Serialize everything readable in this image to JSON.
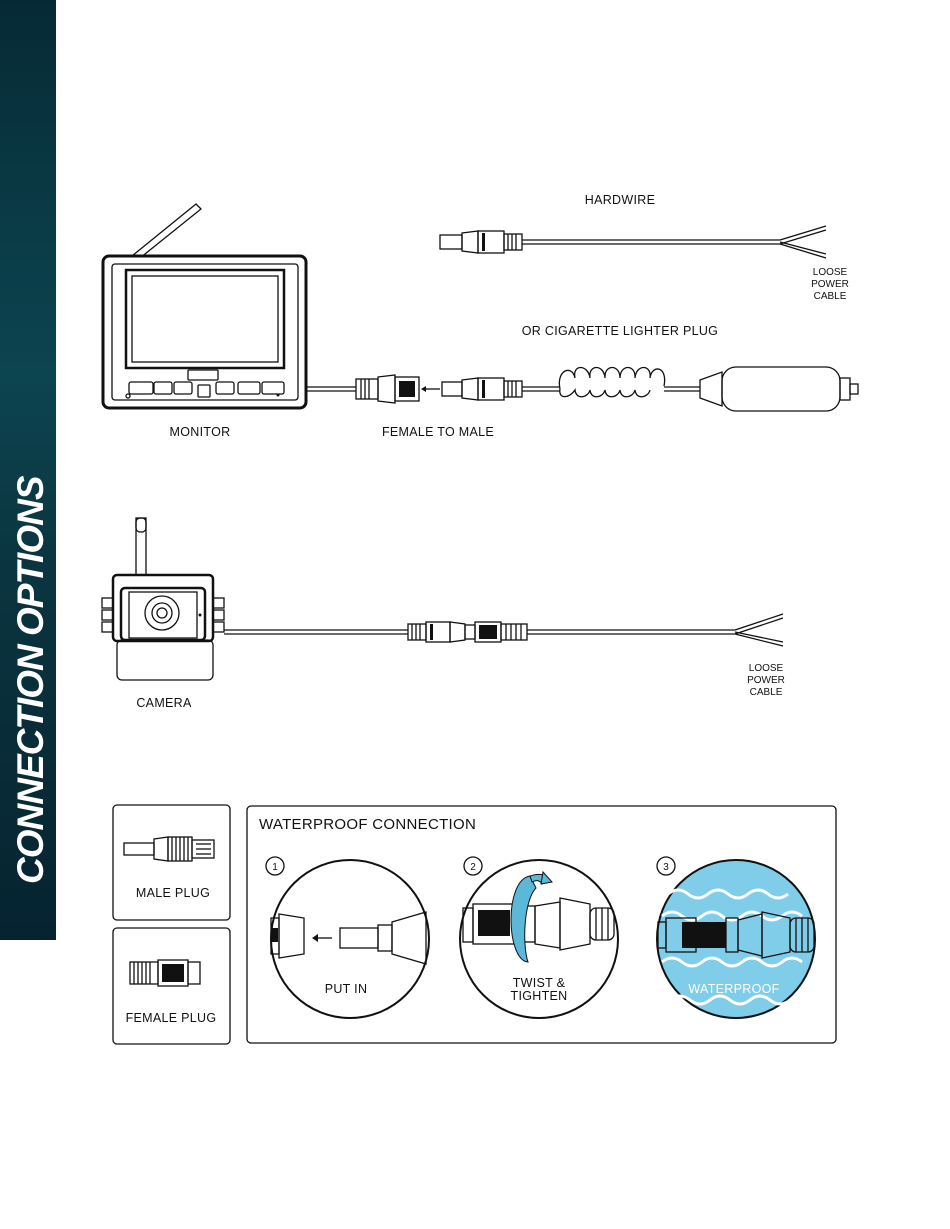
{
  "sidebar": {
    "title": "CONNECTION OPTIONS",
    "color": "#0a3c47"
  },
  "diagram_labels": {
    "hardwire": "HARDWIRE",
    "loose_power_cable_1": [
      "LOOSE",
      "POWER",
      "CABLE"
    ],
    "cigarette": "OR CIGARETTE LIGHTER PLUG",
    "monitor": "MONITOR",
    "female_to_male": "FEMALE TO MALE",
    "camera": "CAMERA",
    "loose_power_cable_2": [
      "LOOSE",
      "POWER",
      "CABLE"
    ]
  },
  "plugs": {
    "male": "MALE PLUG",
    "female": "FEMALE PLUG"
  },
  "waterproof": {
    "title": "WATERPROOF CONNECTION",
    "steps": [
      {
        "number": "1",
        "label": [
          "PUT IN"
        ]
      },
      {
        "number": "2",
        "label": [
          "TWIST &",
          "TIGHTEN"
        ]
      },
      {
        "number": "3",
        "label": [
          "WATERPROOF"
        ]
      }
    ],
    "water_color": "#7fcde8"
  }
}
